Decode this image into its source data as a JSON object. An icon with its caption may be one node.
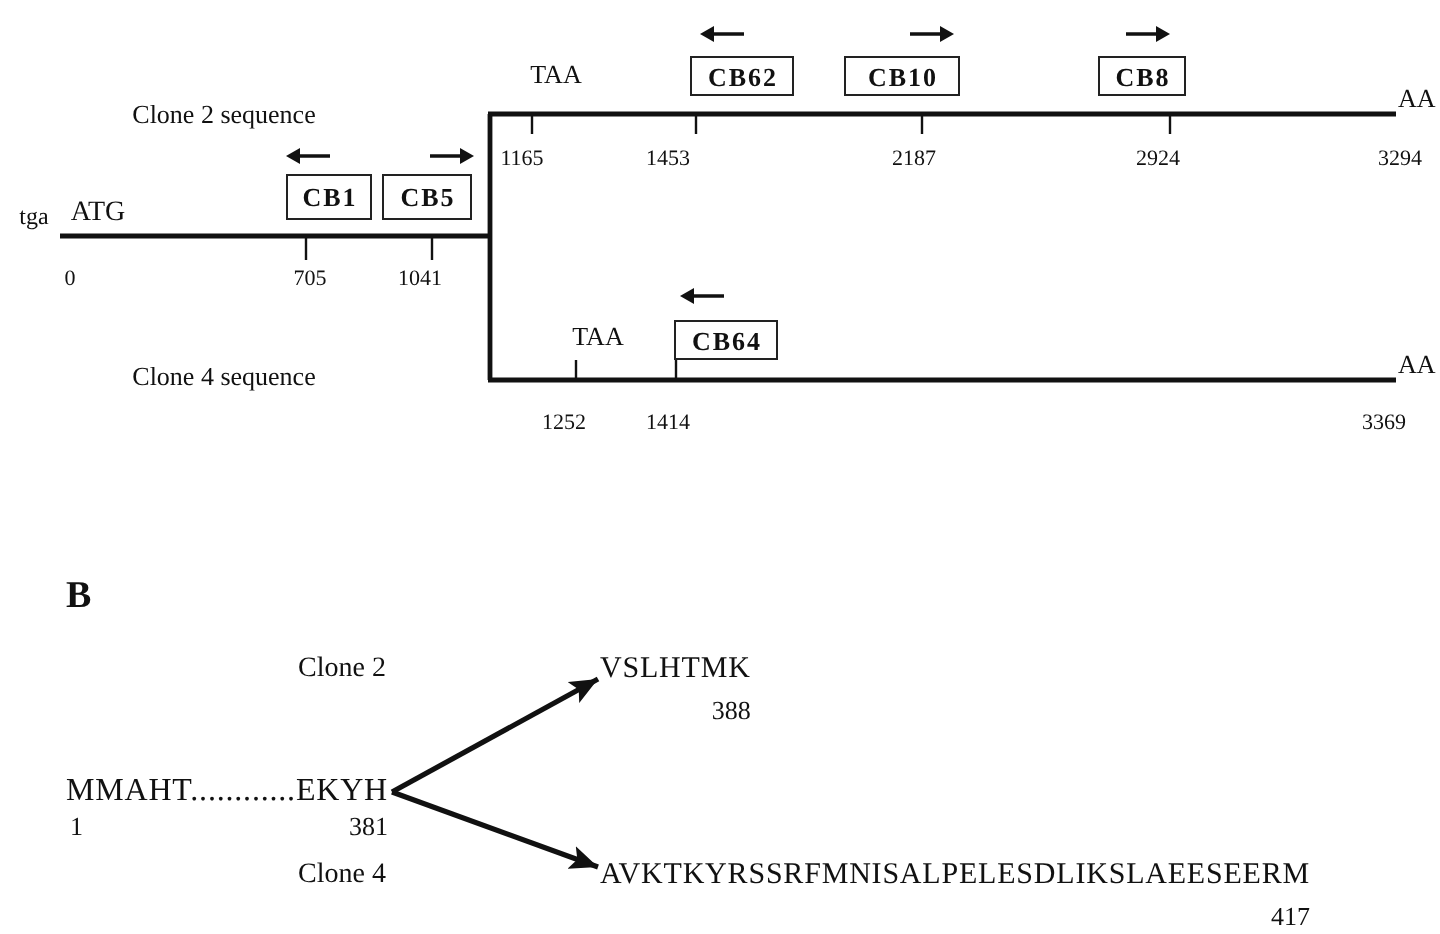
{
  "diagram": {
    "nodes": [
      {
        "text": [
          "CB62"
        ]
      },
      {
        "text": [
          "CB10"
        ]
      },
      {
        "text": [
          "CB8"
        ]
      },
      {
        "text": [
          "CB1"
        ]
      },
      {
        "text": [
          "CB5"
        ]
      },
      {
        "text": [
          "CB64"
        ]
      },
      {
        "text": [
          "MMAHT............EKYH"
        ],
        "beside": [
          "1",
          "381"
        ]
      },
      {
        "text": [
          "VSLHTMK"
        ],
        "beside": [
          "388"
        ]
      },
      {
        "text": [
          "AVKTKYRSSRFMNISALPELESDLIKSLAEESEERM"
        ],
        "beside": [
          "417"
        ]
      }
    ],
    "edges": [
      {
        "from": 6,
        "to": 7,
        "arrow": "to"
      },
      {
        "from": 6,
        "to": 8,
        "arrow": "to"
      }
    ],
    "labels": [
      "TAA",
      "AA",
      "Clone 2 sequence",
      "1165",
      "1453",
      "2187",
      "2924",
      "3294",
      "tga",
      "ATG",
      "0",
      "705",
      "1041",
      "TAA",
      "AA",
      "Clone 4 sequence",
      "1252",
      "1414",
      "3369",
      "B",
      "Clone 2",
      "Clone 4"
    ]
  }
}
